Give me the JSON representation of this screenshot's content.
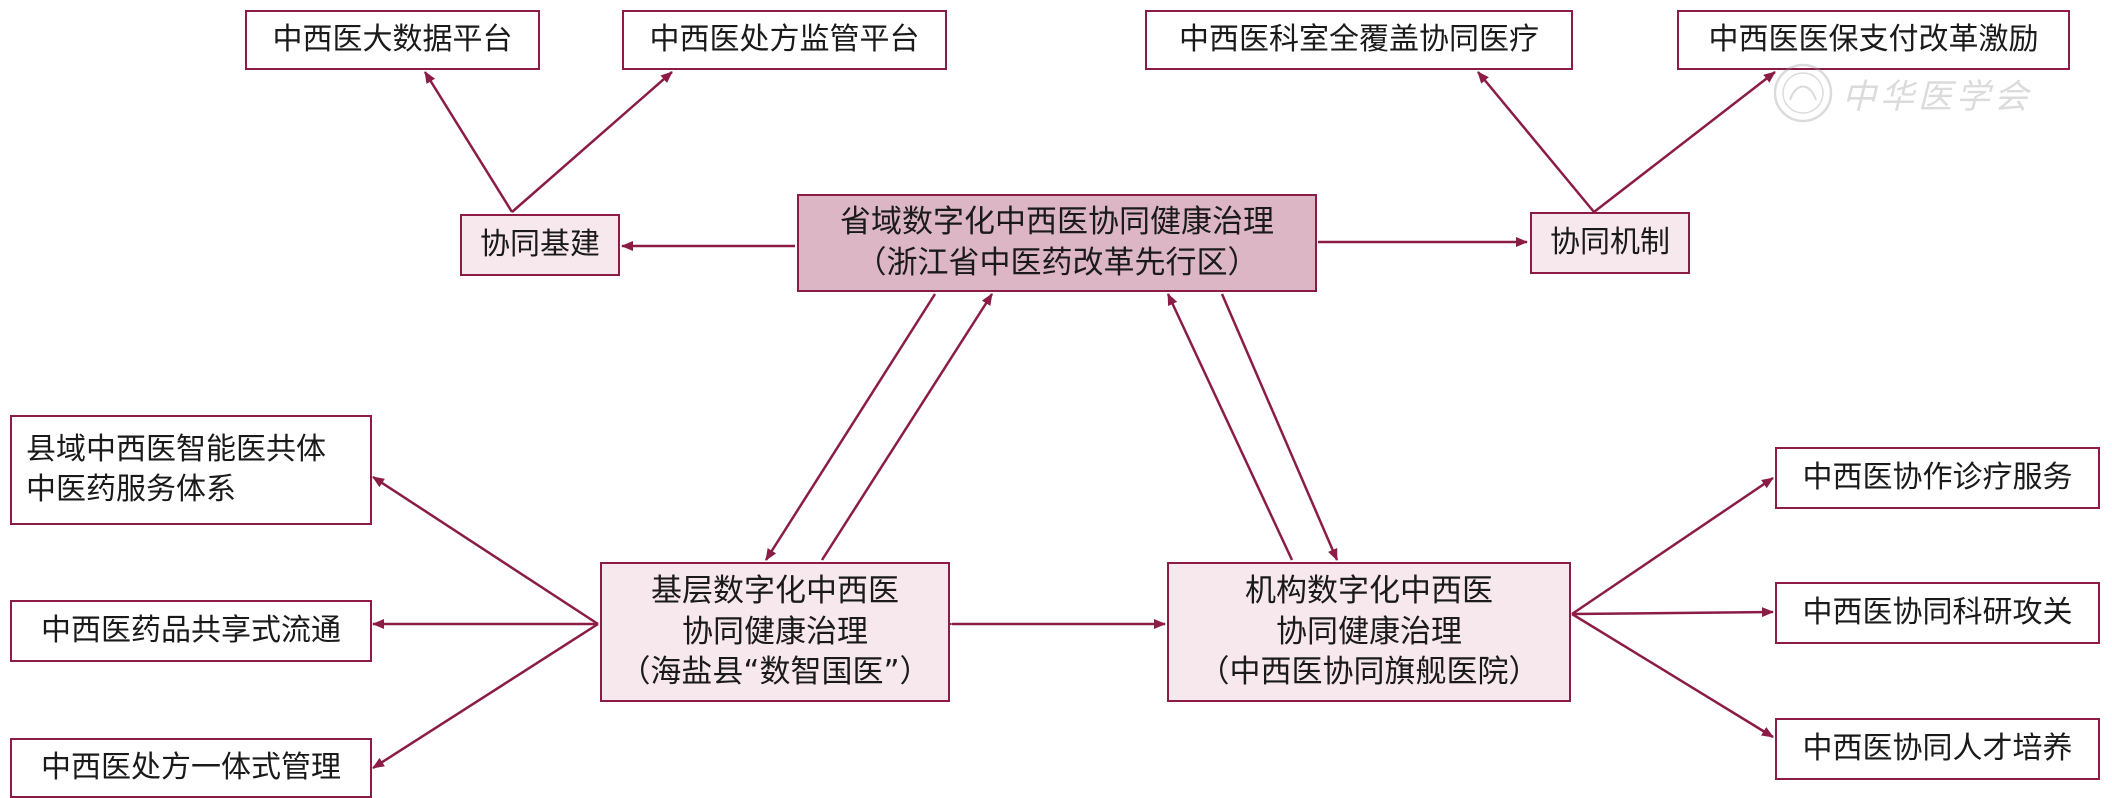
{
  "boxes": {
    "big_data_platform": "中西医大数据平台",
    "prescription_supervision_platform": "中西医处方监管平台",
    "collab_infrastructure": "协同基建",
    "dept_full_coverage": "中西医科室全覆盖协同医疗",
    "insurance_payment_reform": "中西医医保支付改革激励",
    "collab_mechanism": "协同机制",
    "provincial_governance": {
      "line1": "省域数字化中西医协同健康治理",
      "line2": "（浙江省中医药改革先行区）"
    },
    "county_medical_community": {
      "line1": "县域中西医智能医共体",
      "line2": "中医药服务体系"
    },
    "shared_drug_circulation": "中西医药品共享式流通",
    "integrated_prescription_mgmt": "中西医处方一体式管理",
    "grassroots_governance": {
      "line1": "基层数字化中西医",
      "line2": "协同健康治理",
      "line3": "（海盐县“数智国医”）"
    },
    "institutional_governance": {
      "line1": "机构数字化中西医",
      "line2": "协同健康治理",
      "line3": "（中西医协同旗舰医院）"
    },
    "collab_diagnosis_service": "中西医协作诊疗服务",
    "collab_research": "中西医协同科研攻关",
    "collab_talent_training": "中西医协同人才培养"
  },
  "watermark": {
    "text": "中华医学会"
  },
  "colors": {
    "accent": "#8a1c46",
    "box_light": "#f7e8ed",
    "box_dark": "#dcb6c4"
  }
}
